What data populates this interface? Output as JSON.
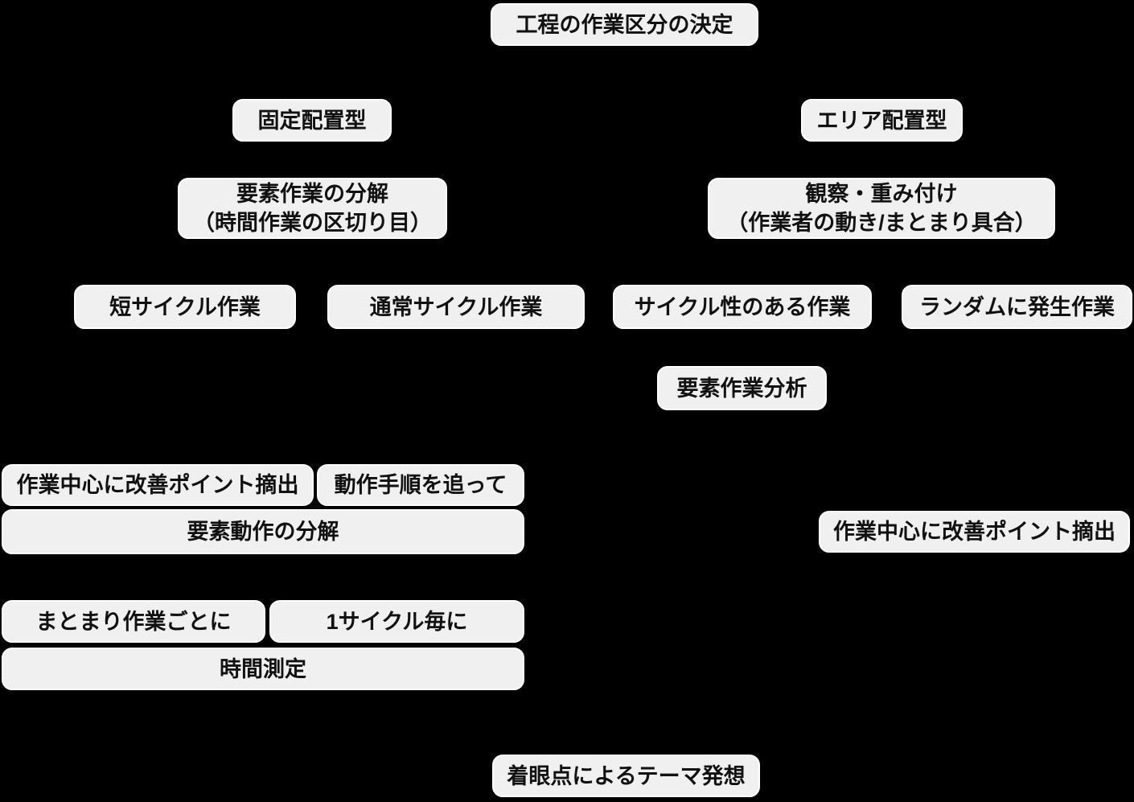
{
  "colors": {
    "background": "#000000",
    "node_fill": "#f0f0f0",
    "node_border": "#ffffff",
    "node_text": "#111111"
  },
  "nodes": {
    "process_work_division": {
      "label": "工程の作業区分の決定"
    },
    "fixed_layout_type": {
      "label": "固定配置型"
    },
    "area_layout_type": {
      "label": "エリア配置型"
    },
    "element_work_breakdown": {
      "line1": "要素作業の分解",
      "line2": "（時間作業の区切り目）"
    },
    "observation_weighting": {
      "line1": "観察・重み付け",
      "line2": "（作業者の動き/まとまり具合）"
    },
    "short_cycle_work": {
      "label": "短サイクル作業"
    },
    "normal_cycle_work": {
      "label": "通常サイクル作業"
    },
    "cyclic_work": {
      "label": "サイクル性のある作業"
    },
    "random_work": {
      "label": "ランダムに発生作業"
    },
    "element_work_analysis": {
      "label": "要素作業分析"
    },
    "improvement_points_left": {
      "label": "作業中心に改善ポイント摘出"
    },
    "motion_sequence": {
      "label": "動作手順を追って"
    },
    "element_motion_breakdown": {
      "label": "要素動作の分解"
    },
    "improvement_points_right": {
      "label": "作業中心に改善ポイント摘出"
    },
    "per_grouped_work": {
      "label": "まとまり作業ごとに"
    },
    "per_cycle": {
      "label": "1サイクル毎に"
    },
    "time_measurement": {
      "label": "時間測定"
    },
    "theme_ideation": {
      "label": "着眼点によるテーマ発想"
    }
  }
}
